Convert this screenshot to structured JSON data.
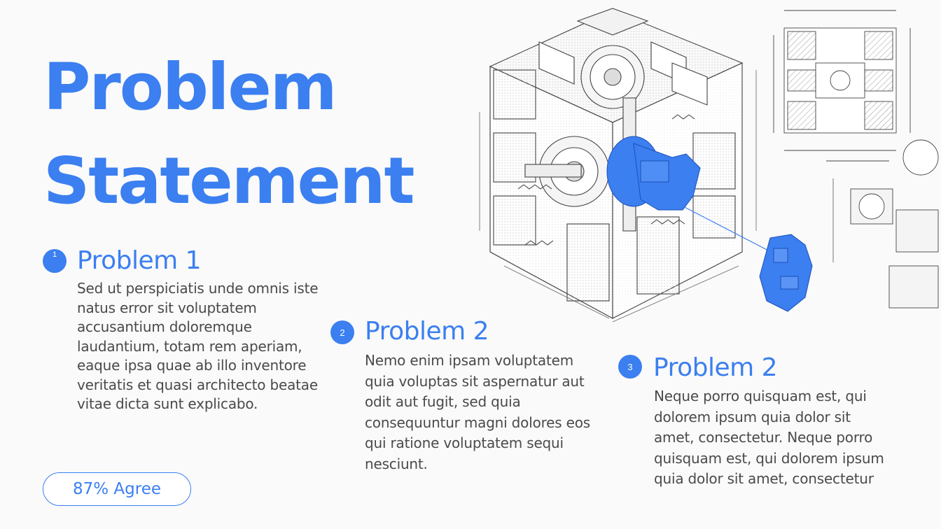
{
  "slide": {
    "title_line1": "Problem",
    "title_line2": "Statement"
  },
  "problems": [
    {
      "number": "1",
      "title": "Problem 1",
      "body": "Sed ut perspiciatis unde omnis iste natus error sit voluptatem accusantium doloremque laudantium, totam rem aperiam, eaque ipsa quae ab illo inventore veritatis et quasi architecto beatae vitae dicta sunt explicabo."
    },
    {
      "number": "2",
      "title": "Problem 2",
      "body": "Nemo enim ipsam voluptatem quia voluptas sit aspernatur aut odit aut fugit, sed quia consequuntur magni dolores eos qui ratione voluptatem sequi nesciunt."
    },
    {
      "number": "3",
      "title": "Problem 2",
      "body": "Neque porro quisquam est, qui dolorem ipsum quia dolor sit amet, consectetur. Neque porro quisquam est, qui dolorem ipsum quia dolor sit amet, consectetur"
    }
  ],
  "badge": {
    "label": "87% Agree"
  },
  "colors": {
    "accent": "#3b7ff0",
    "text": "#4a4a4a",
    "background": "#fafafa"
  }
}
